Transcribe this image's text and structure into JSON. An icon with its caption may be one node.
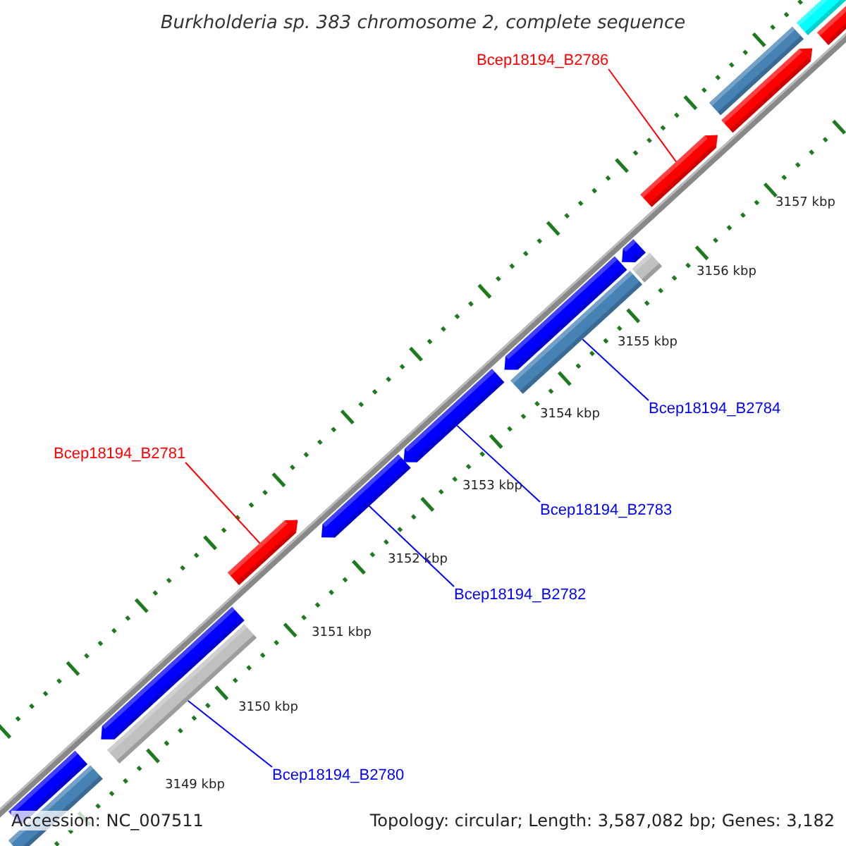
{
  "diagram": {
    "title": "Burkholderia sp. 383 chromosome 2, complete sequence",
    "nodes": [
      {
        "text": [],
        "shape": "bar"
      },
      {
        "text": [],
        "shape": "bar"
      },
      {
        "text": [],
        "shape": "bar"
      },
      {
        "text": [],
        "shape": "bar"
      },
      {
        "text": [
          "Bcep18194_B2786"
        ]
      },
      {
        "text": [],
        "shape": "bar"
      },
      {
        "text": [],
        "shape": "bar"
      },
      {
        "text": [],
        "shape": "bar"
      },
      {
        "text": [],
        "shape": "bar"
      },
      {
        "text": [],
        "shape": "bar"
      },
      {
        "text": [],
        "shape": "bar"
      },
      {
        "text": [
          "Bcep18194_B2784"
        ]
      },
      {
        "text": [
          "Bcep18194_B2781"
        ]
      },
      {
        "text": [],
        "shape": "bar"
      },
      {
        "text": [
          "Bcep18194_B2783"
        ]
      },
      {
        "text": [],
        "shape": "bar"
      },
      {
        "text": [
          "Bcep18194_B2782"
        ]
      },
      {
        "text": [],
        "shape": "bar"
      },
      {
        "text": [],
        "shape": "bar"
      },
      {
        "text": [
          "Bcep18194_B2780"
        ]
      },
      {
        "text": [],
        "shape": "bar"
      },
      {
        "text": [],
        "shape": "bar"
      }
    ],
    "edges": [
      {
        "from": 4,
        "to": 5,
        "arrow": "none",
        "color": "#ff0000"
      },
      {
        "from": 11,
        "to": 9,
        "arrow": "none"
      },
      {
        "from": 12,
        "to": 15,
        "arrow": "none",
        "color": "#ff0000"
      },
      {
        "from": 14,
        "to": 10,
        "arrow": "none"
      },
      {
        "from": 16,
        "to": 13,
        "arrow": "none"
      },
      {
        "from": 19,
        "to": 18,
        "arrow": "none"
      }
    ],
    "labels": [
      "3157 kbp",
      "3156 kbp",
      "3155 kbp",
      "3154 kbp",
      "3153 kbp",
      "3152 kbp",
      "3151 kbp",
      "3150 kbp",
      "3149 kbp",
      "Accession: NC_007511",
      "Topology: circular; Length: 3,587,082 bp; Genes: 3,182"
    ]
  }
}
